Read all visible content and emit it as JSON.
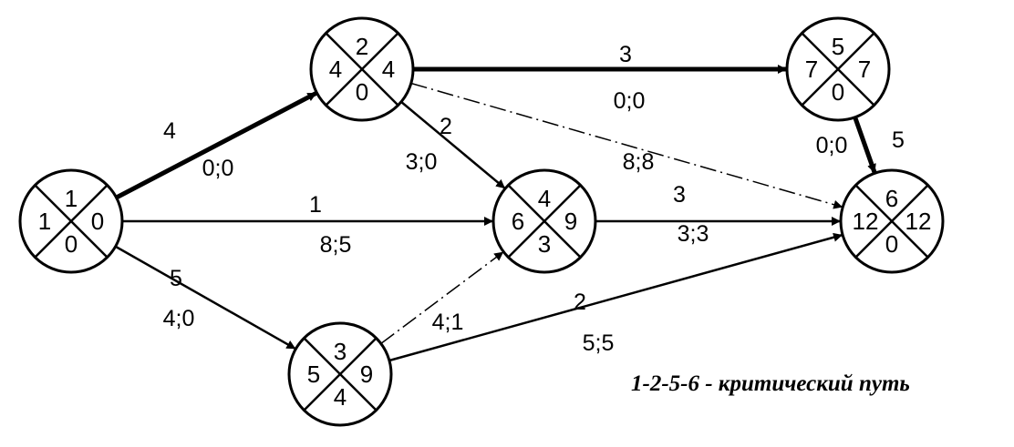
{
  "diagram": {
    "colors": {
      "ink": "#000000",
      "background": "#ffffff"
    },
    "nodes": [
      {
        "id": "1",
        "top": "1",
        "left": "1",
        "right": "0",
        "bottom": "0"
      },
      {
        "id": "2",
        "top": "2",
        "left": "4",
        "right": "4",
        "bottom": "0"
      },
      {
        "id": "3",
        "top": "3",
        "left": "5",
        "right": "9",
        "bottom": "4"
      },
      {
        "id": "4",
        "top": "5",
        "left": "7",
        "right": "7",
        "bottom": "0"
      },
      {
        "id": "5",
        "top": "4",
        "left": "6",
        "right": "9",
        "bottom": "3"
      },
      {
        "id": "6",
        "top": "6",
        "left": "12",
        "right": "12",
        "bottom": "0"
      }
    ],
    "edges": [
      {
        "from": "1",
        "to": "2",
        "duration": "4",
        "reserves": "0;0",
        "critical": true,
        "dashed": false
      },
      {
        "from": "1",
        "to": "5",
        "duration": "1",
        "reserves": "8;5",
        "critical": false,
        "dashed": false
      },
      {
        "from": "1",
        "to": "3",
        "duration": "5",
        "reserves": "4;0",
        "critical": false,
        "dashed": false
      },
      {
        "from": "2",
        "to": "4",
        "duration": "3",
        "reserves": "0;0",
        "critical": true,
        "dashed": false
      },
      {
        "from": "2",
        "to": "5",
        "duration": "2",
        "reserves": "3;0",
        "critical": false,
        "dashed": false
      },
      {
        "from": "2",
        "to": "6",
        "duration": "",
        "reserves": "8;8",
        "critical": false,
        "dashed": true
      },
      {
        "from": "4",
        "to": "6",
        "duration": "5",
        "reserves": "0;0",
        "critical": true,
        "dashed": false
      },
      {
        "from": "5",
        "to": "6",
        "duration": "3",
        "reserves": "3;3",
        "critical": false,
        "dashed": false
      },
      {
        "from": "3",
        "to": "5",
        "duration": "",
        "reserves": "4;1",
        "critical": false,
        "dashed": true
      },
      {
        "from": "3",
        "to": "6",
        "duration": "2",
        "reserves": "5;5",
        "critical": false,
        "dashed": false
      }
    ],
    "caption": "1-2-5-6  -  критический путь"
  }
}
